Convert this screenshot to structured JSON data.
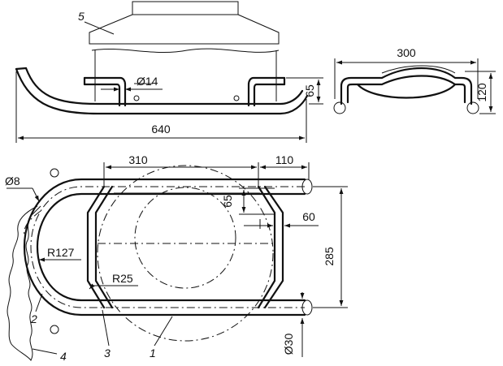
{
  "drawing": {
    "dimensions": {
      "length_640": "640",
      "height_65": "65",
      "diameter_14": "Ø14",
      "width_300": "300",
      "height_120": "120",
      "length_310": "310",
      "length_110": "110",
      "offset_65": "65",
      "offset_60": "60",
      "width_285": "285",
      "diameter_8": "Ø8",
      "radius_127": "R127",
      "radius_25": "R25",
      "diameter_30": "Ø30"
    },
    "positions": {
      "p1": "1",
      "p2": "2",
      "p3": "3",
      "p4": "4",
      "p5": "5"
    }
  }
}
